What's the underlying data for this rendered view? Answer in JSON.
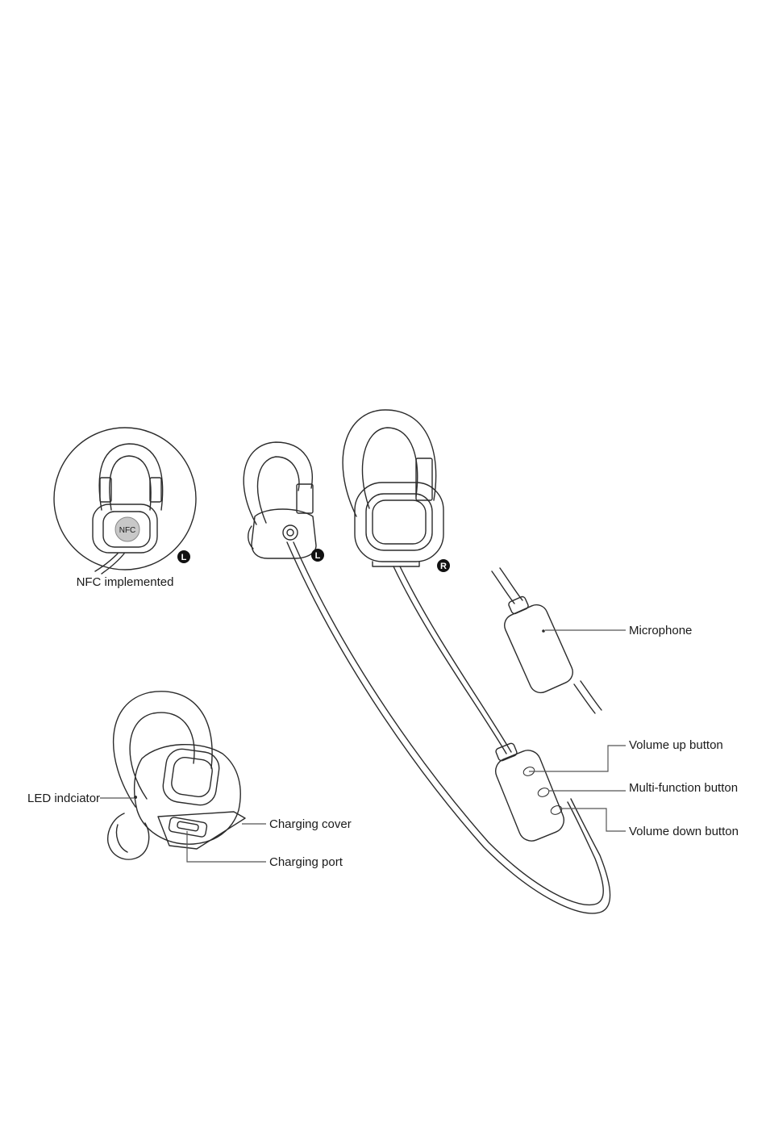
{
  "figure": {
    "nfc_chip_text": "NFC",
    "badge_left": "L",
    "badge_right": "R",
    "labels": {
      "nfc": "NFC implemented",
      "microphone": "Microphone",
      "volume_up": "Volume up button",
      "multi_function": "Multi-function button",
      "volume_down": "Volume down button",
      "led": "LED indciator",
      "charging_cover": "Charging cover",
      "charging_port": "Charging port"
    }
  }
}
